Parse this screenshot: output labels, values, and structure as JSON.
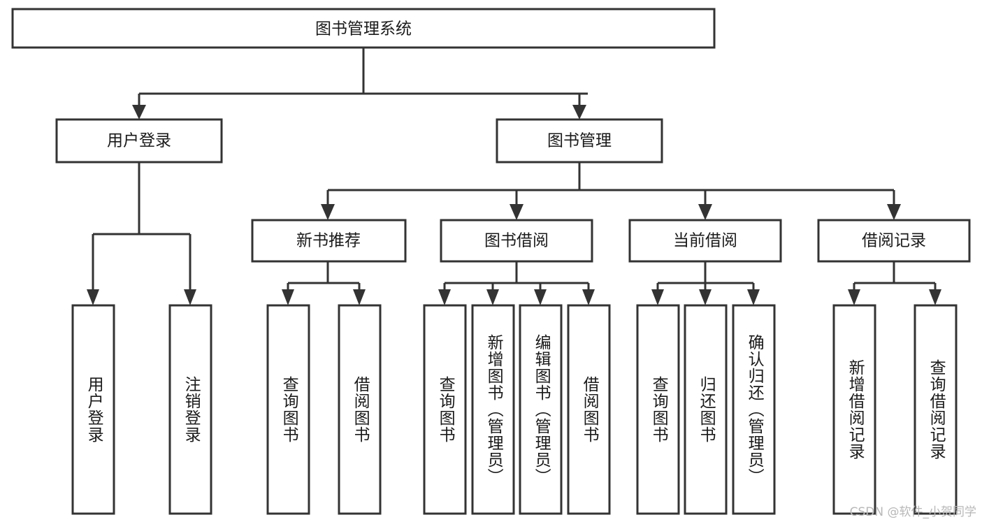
{
  "diagram": {
    "type": "tree-hierarchy",
    "title": "图书管理系统",
    "root": {
      "id": "root",
      "label": "图书管理系统",
      "orientation": "horizontal"
    },
    "level2": [
      {
        "id": "user-login",
        "label": "用户登录",
        "orientation": "horizontal"
      },
      {
        "id": "book-management",
        "label": "图书管理",
        "orientation": "horizontal"
      }
    ],
    "level3": [
      {
        "id": "new-book-recommend",
        "label": "新书推荐",
        "orientation": "horizontal",
        "parent": "book-management"
      },
      {
        "id": "book-borrow",
        "label": "图书借阅",
        "orientation": "horizontal",
        "parent": "book-management"
      },
      {
        "id": "current-borrow",
        "label": "当前借阅",
        "orientation": "horizontal",
        "parent": "book-management"
      },
      {
        "id": "borrow-record",
        "label": "借阅记录",
        "orientation": "horizontal",
        "parent": "book-management"
      }
    ],
    "leaves": [
      {
        "id": "leaf-user-login",
        "label": "用户登录",
        "orientation": "vertical",
        "parent": "user-login"
      },
      {
        "id": "leaf-logout-login",
        "label": "注销登录",
        "orientation": "vertical",
        "parent": "user-login"
      },
      {
        "id": "leaf-query-book-1",
        "label": "查询图书",
        "orientation": "vertical",
        "parent": "new-book-recommend"
      },
      {
        "id": "leaf-borrow-book-1",
        "label": "借阅图书",
        "orientation": "vertical",
        "parent": "new-book-recommend"
      },
      {
        "id": "leaf-query-book-2",
        "label": "查询图书",
        "orientation": "vertical",
        "parent": "book-borrow"
      },
      {
        "id": "leaf-add-book-admin",
        "label": "新增图书（管理员）",
        "orientation": "vertical",
        "parent": "book-borrow"
      },
      {
        "id": "leaf-edit-book-admin",
        "label": "编辑图书（管理员）",
        "orientation": "vertical",
        "parent": "book-borrow"
      },
      {
        "id": "leaf-borrow-book-2",
        "label": "借阅图书",
        "orientation": "vertical",
        "parent": "book-borrow"
      },
      {
        "id": "leaf-query-book-3",
        "label": "查询图书",
        "orientation": "vertical",
        "parent": "current-borrow"
      },
      {
        "id": "leaf-return-book",
        "label": "归还图书",
        "orientation": "vertical",
        "parent": "current-borrow"
      },
      {
        "id": "leaf-confirm-return-admin",
        "label": "确认归还（管理员）",
        "orientation": "vertical",
        "parent": "current-borrow"
      },
      {
        "id": "leaf-add-borrow-record",
        "label": "新增借阅记录",
        "orientation": "vertical",
        "parent": "borrow-record"
      },
      {
        "id": "leaf-query-borrow-record",
        "label": "查询借阅记录",
        "orientation": "vertical",
        "parent": "borrow-record"
      }
    ],
    "colors": {
      "background": "#ffffff",
      "box_fill": "#ffffff",
      "box_stroke": "#333333",
      "connector": "#333333",
      "text": "#1a1a1a",
      "watermark": "#b8b8b8"
    }
  },
  "watermark": {
    "text": "CSDN @软件_小贺同学"
  }
}
